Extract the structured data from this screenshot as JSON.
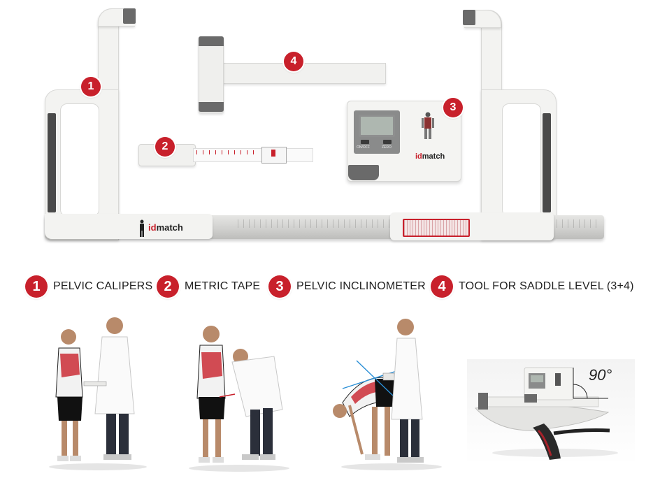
{
  "legend": [
    {
      "number": "1",
      "label": "PELVIC CALIPERS"
    },
    {
      "number": "2",
      "label": "METRIC TAPE"
    },
    {
      "number": "3",
      "label": "PELVIC INCLINOMETER"
    },
    {
      "number": "4",
      "label": "TOOL FOR SADDLE LEVEL (3+4)"
    }
  ],
  "device_badges": {
    "calipers": "1",
    "tape": "2",
    "inclinometer": "3",
    "saddle_tool": "4"
  },
  "brand": {
    "logo_id": "id",
    "logo_match": "match",
    "accent_color": "#c8202b"
  },
  "inclinometer": {
    "buttons": [
      "ON/OFF",
      "ZERO"
    ]
  },
  "angle": "90°"
}
